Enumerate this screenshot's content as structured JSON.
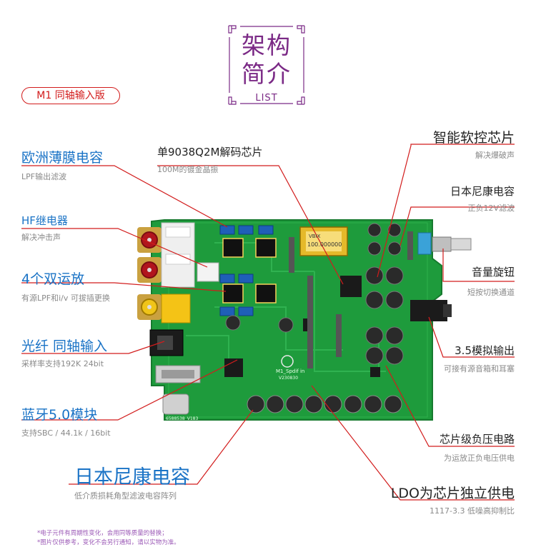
{
  "header": {
    "title_line1": "架构",
    "title_line2": "简介",
    "subtitle": "LIST",
    "badge": "M1 同轴输入版"
  },
  "left_labels": [
    {
      "title": "欧洲薄膜电容",
      "desc": "LPF输出滤波"
    },
    {
      "title": "HF继电器",
      "desc": "解决冲击声"
    },
    {
      "title": "4个双运放",
      "desc": "有源LPF和i/v  可拔插更换"
    },
    {
      "title": "光纤  同轴输入",
      "desc": "采样率支持192K 24bit"
    },
    {
      "title": "蓝牙5.0模块",
      "desc": "支持SBC / 44.1k / 16bit"
    },
    {
      "title": "日本尼康电容",
      "desc": "低介质损耗角型滤波电容阵列"
    }
  ],
  "top_label": {
    "title": "单9038Q2M解码芯片",
    "desc": "100M的镀金晶振"
  },
  "right_labels": [
    {
      "title": "智能软控芯片",
      "desc": "解决爆破声"
    },
    {
      "title": "日本尼康电容",
      "desc": "正负12V滤波"
    },
    {
      "title": "音量旋钮",
      "desc": "短按切换通道"
    },
    {
      "title": "3.5模拟输出",
      "desc": "可接有源音箱和耳塞"
    },
    {
      "title": "芯片级负压电路",
      "desc": "为运放正负电压供电"
    },
    {
      "title": "LDO为芯片独立供电",
      "desc": "1117-3.3 低噪高抑制比"
    }
  ],
  "board_text": {
    "crystal": "100.000000",
    "crystal_brand": "VBIX",
    "silk_model": "M1_Spdif in",
    "silk_version": "V230830",
    "silk_code": "6588538_V183"
  },
  "footnotes": [
    "*电子元件有周期性变化，会用同等质量的替换；",
    "*图片仅供参考，变化不会另行通知，请以实物为准。"
  ],
  "colors": {
    "accent": "#1a73c6",
    "line": "#d21c1c",
    "title": "#7b2a86",
    "pcb": "#1e9b3c"
  }
}
